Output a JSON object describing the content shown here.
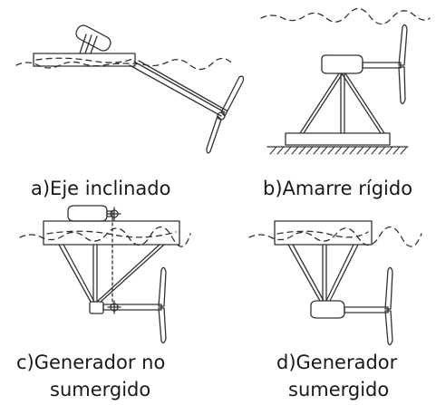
{
  "panels": [
    {
      "id": "a",
      "caption_lines": [
        "a)Eje inclinado"
      ]
    },
    {
      "id": "b",
      "caption_lines": [
        "b)Amarre rígido"
      ]
    },
    {
      "id": "c",
      "caption_lines": [
        "c)Generador no",
        "sumergido"
      ]
    },
    {
      "id": "d",
      "caption_lines": [
        "d)Generador",
        "sumergido"
      ]
    }
  ],
  "colors": {
    "line": "#333333",
    "background": "#ffffff"
  }
}
